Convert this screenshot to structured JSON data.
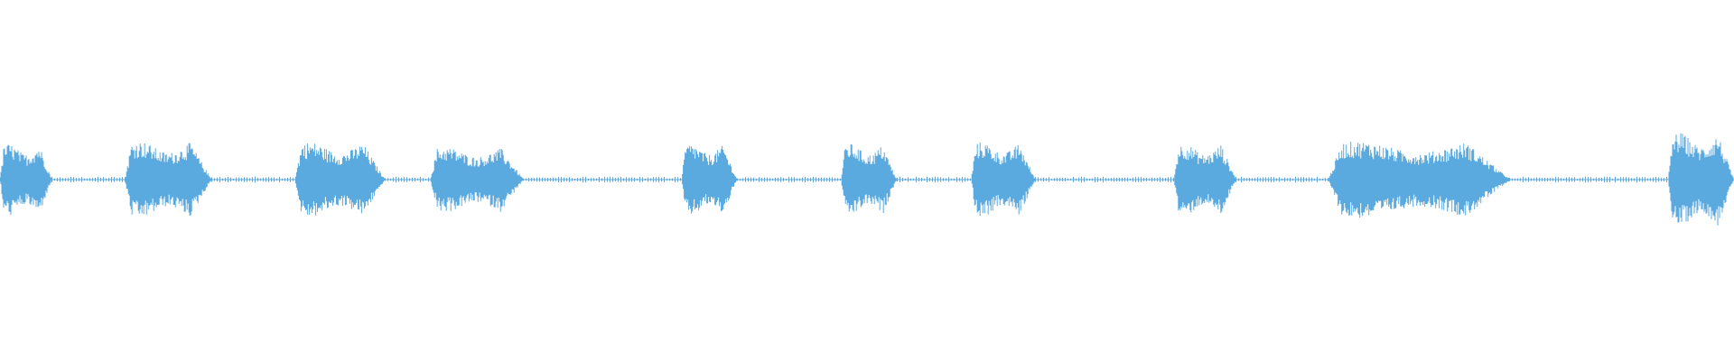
{
  "waveform": {
    "color": "#5aa9df",
    "segments": [
      {
        "start": 0.0,
        "end": 0.03,
        "peak": 0.42
      },
      {
        "start": 0.072,
        "end": 0.122,
        "peak": 0.45
      },
      {
        "start": 0.17,
        "end": 0.222,
        "peak": 0.44
      },
      {
        "start": 0.248,
        "end": 0.302,
        "peak": 0.38
      },
      {
        "start": 0.393,
        "end": 0.425,
        "peak": 0.42
      },
      {
        "start": 0.485,
        "end": 0.517,
        "peak": 0.42
      },
      {
        "start": 0.56,
        "end": 0.597,
        "peak": 0.44
      },
      {
        "start": 0.677,
        "end": 0.713,
        "peak": 0.42
      },
      {
        "start": 0.766,
        "end": 0.871,
        "peak": 0.45
      },
      {
        "start": 0.962,
        "end": 1.0,
        "peak": 0.55
      }
    ]
  }
}
